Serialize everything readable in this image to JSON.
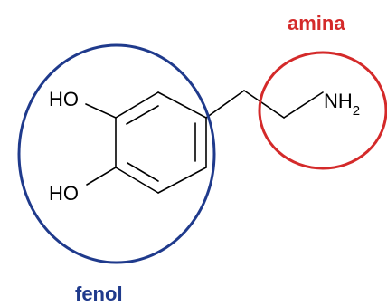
{
  "molecule": {
    "atoms": {
      "hydroxyl_top": "HO",
      "hydroxyl_bottom": "HO",
      "amine_main": "NH",
      "amine_subscript": "2"
    }
  },
  "groups": {
    "phenol": {
      "label": "fenol",
      "color": "#1f3a8c"
    },
    "amine": {
      "label": "amina",
      "color": "#d42a2a"
    }
  }
}
